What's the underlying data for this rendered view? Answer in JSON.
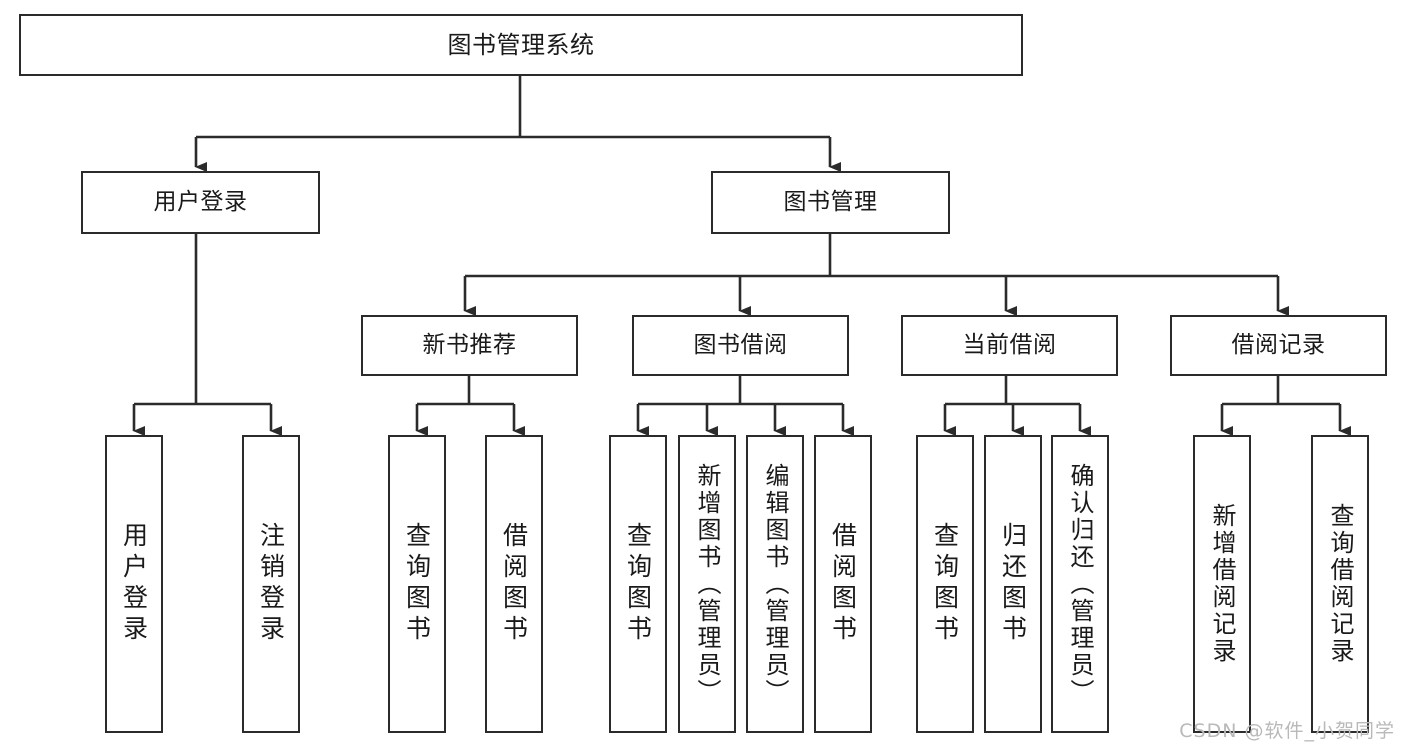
{
  "diagram": {
    "title": "图书管理系统",
    "type": "tree",
    "orientation": "top-down",
    "background_color": "#ffffff",
    "line_color": "#2b2b2b",
    "box_border_color": "#2b2b2b",
    "box_fill_color": "#ffffff",
    "text_color": "#1a1a1a"
  },
  "root": {
    "label": "图书管理系统"
  },
  "level1": [
    {
      "id": "user-login",
      "label": "用户登录"
    },
    {
      "id": "book-manage",
      "label": "图书管理"
    }
  ],
  "level2": [
    {
      "id": "new-book-recommend",
      "label": "新书推荐",
      "parent": "book-manage"
    },
    {
      "id": "book-borrow",
      "label": "图书借阅",
      "parent": "book-manage"
    },
    {
      "id": "current-borrow",
      "label": "当前借阅",
      "parent": "book-manage"
    },
    {
      "id": "borrow-record",
      "label": "借阅记录",
      "parent": "book-manage"
    }
  ],
  "leaves": {
    "user_login": [
      {
        "id": "leaf-user-login",
        "label": "用户登录"
      },
      {
        "id": "leaf-user-logout",
        "label": "注销登录"
      }
    ],
    "new_book_recommend": [
      {
        "id": "leaf-query-book-1",
        "label": "查询图书"
      },
      {
        "id": "leaf-borrow-book-1",
        "label": "借阅图书"
      }
    ],
    "book_borrow": [
      {
        "id": "leaf-query-book-2",
        "label": "查询图书"
      },
      {
        "id": "leaf-add-book",
        "label": "新增图书（管理员）"
      },
      {
        "id": "leaf-edit-book",
        "label": "编辑图书（管理员）"
      },
      {
        "id": "leaf-borrow-book-2",
        "label": "借阅图书"
      }
    ],
    "current_borrow": [
      {
        "id": "leaf-query-book-3",
        "label": "查询图书"
      },
      {
        "id": "leaf-return-book",
        "label": "归还图书"
      },
      {
        "id": "leaf-confirm-return",
        "label": "确认归还（管理员）"
      }
    ],
    "borrow_record": [
      {
        "id": "leaf-add-record",
        "label": "新增借阅记录"
      },
      {
        "id": "leaf-query-record",
        "label": "查询借阅记录"
      }
    ]
  },
  "watermark": {
    "text": "CSDN @软件_小贺同学",
    "color": "#b9b9b9"
  }
}
